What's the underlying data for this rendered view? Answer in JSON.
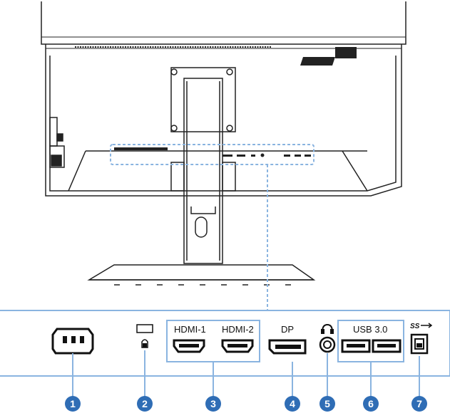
{
  "diagram": {
    "accent_color": "#2f6db5",
    "callout_color": "#8ab4e0",
    "ports": [
      {
        "number": "1",
        "name": "power-inlet",
        "icon": "power-socket-icon"
      },
      {
        "number": "2",
        "name": "kensington-lock",
        "icon": "lock-slot-icon"
      },
      {
        "number": "3",
        "name": "hdmi-ports",
        "labels": [
          "HDMI-1",
          "HDMI-2"
        ],
        "icon": "hdmi-port-icon"
      },
      {
        "number": "4",
        "name": "displayport",
        "label": "DP",
        "icon": "displayport-icon"
      },
      {
        "number": "5",
        "name": "headphone-jack",
        "icon": "headphone-icon"
      },
      {
        "number": "6",
        "name": "usb-ports",
        "label": "USB 3.0",
        "icon": "usb-a-port-icon"
      },
      {
        "number": "7",
        "name": "usb-upstream",
        "icon": "usb-b-port-icon"
      }
    ]
  }
}
